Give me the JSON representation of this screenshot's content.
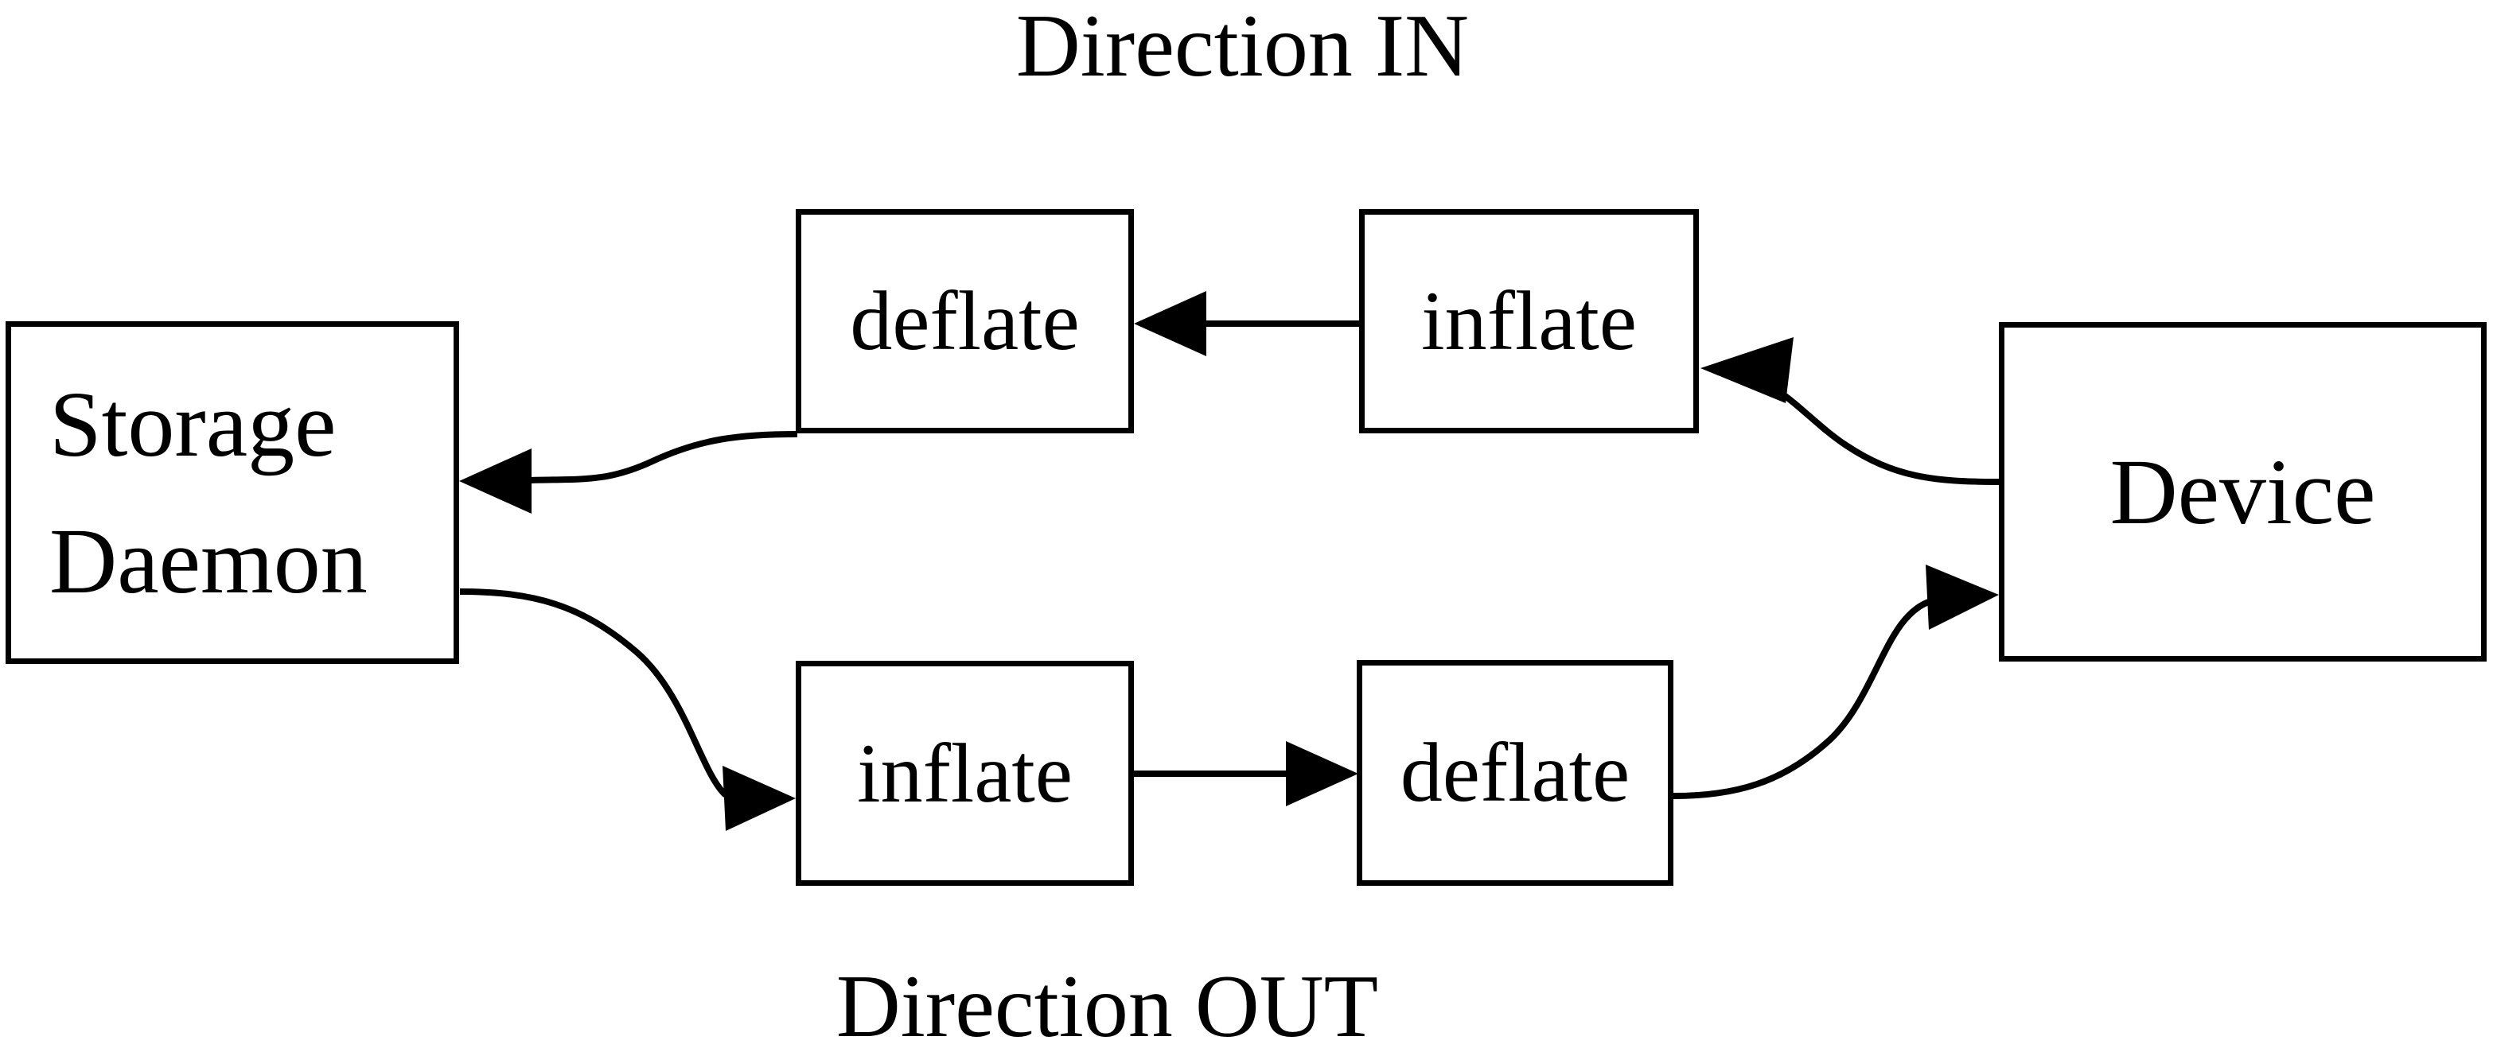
{
  "diagram": {
    "title_top": "Direction IN",
    "title_bottom": "Direction OUT",
    "background_color": "#ffffff",
    "stroke_color": "#000000",
    "nodes": {
      "storage_daemon": {
        "line1": "Storage",
        "line2": "Daemon"
      },
      "device": {
        "label": "Device"
      },
      "deflate_in": {
        "label": "deflate"
      },
      "inflate_in": {
        "label": "inflate"
      },
      "inflate_out": {
        "label": "inflate"
      },
      "deflate_out": {
        "label": "deflate"
      }
    },
    "edges": [
      {
        "name": "device-to-inflate-in",
        "from": "Device",
        "to": "inflate",
        "flow": "Direction IN",
        "style": "curved",
        "arrow": "left"
      },
      {
        "name": "inflate-in-to-deflate-in",
        "from": "inflate",
        "to": "deflate",
        "flow": "Direction IN",
        "style": "straight",
        "arrow": "left"
      },
      {
        "name": "deflate-in-to-storage-daemon",
        "from": "deflate",
        "to": "Storage Daemon",
        "flow": "Direction IN",
        "style": "curved",
        "arrow": "left"
      },
      {
        "name": "storage-daemon-to-inflate-out",
        "from": "Storage Daemon",
        "to": "inflate",
        "flow": "Direction OUT",
        "style": "curved",
        "arrow": "right"
      },
      {
        "name": "inflate-out-to-deflate-out",
        "from": "inflate",
        "to": "deflate",
        "flow": "Direction OUT",
        "style": "straight",
        "arrow": "right"
      },
      {
        "name": "deflate-out-to-device",
        "from": "deflate",
        "to": "Device",
        "flow": "Direction OUT",
        "style": "curved",
        "arrow": "right"
      }
    ]
  }
}
